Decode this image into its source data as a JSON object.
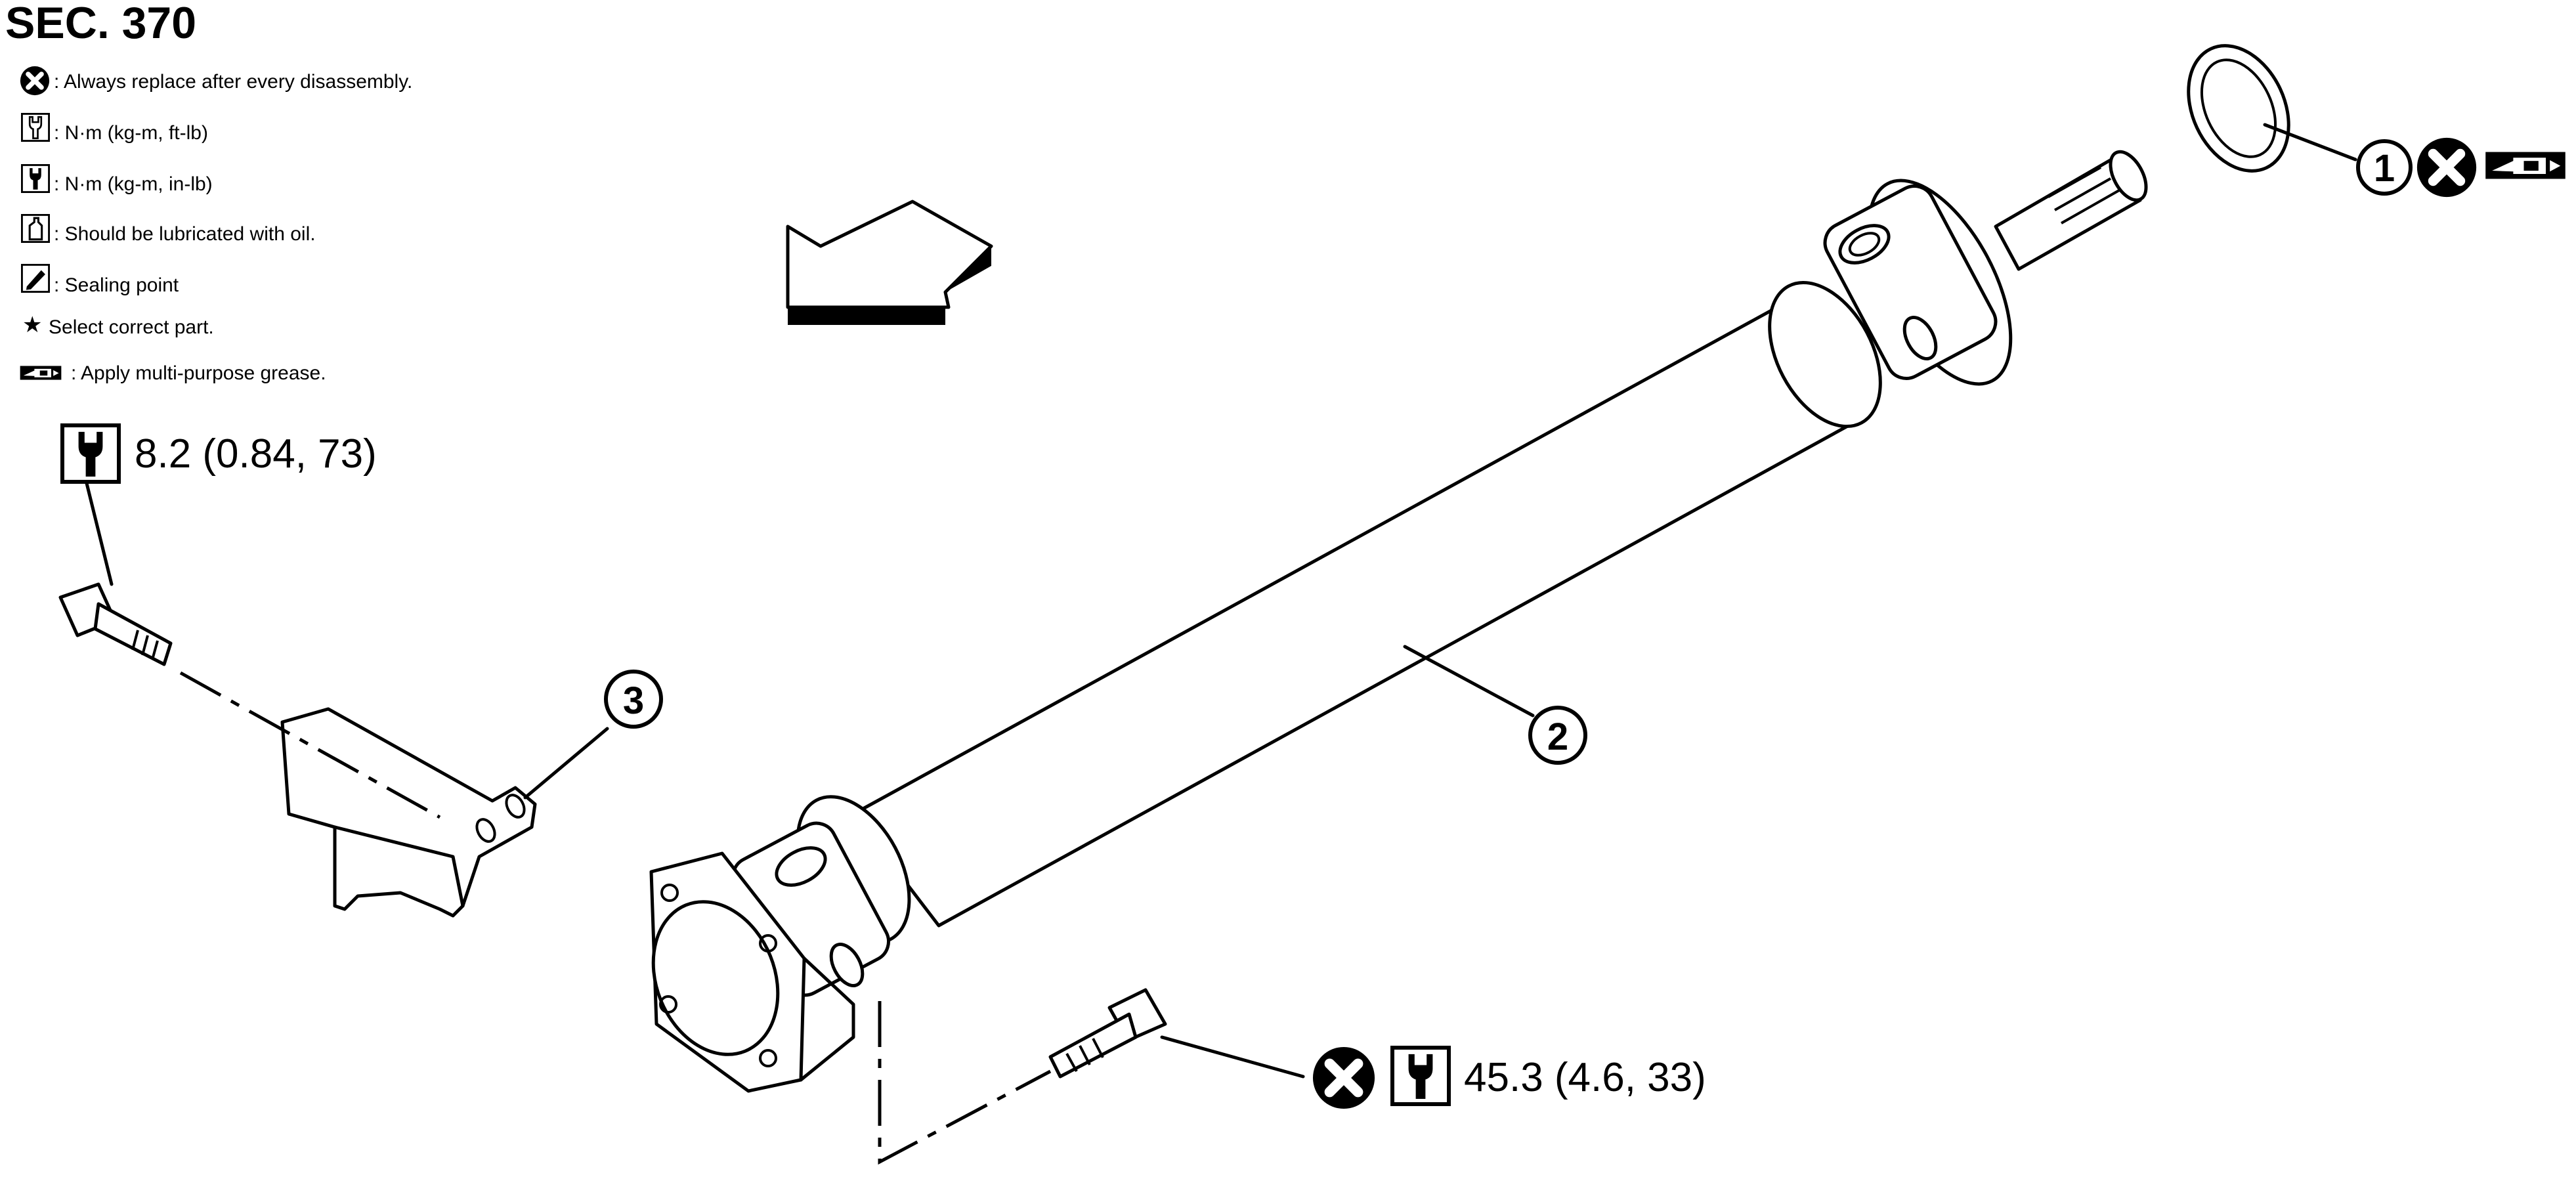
{
  "section_title": "SEC. 370",
  "legend": [
    {
      "icon": "replace-x-icon",
      "text": ": Always replace after every disassembly."
    },
    {
      "icon": "torque-ft-lb-icon",
      "text": ": N·m (kg-m, ft-lb)"
    },
    {
      "icon": "torque-in-lb-icon",
      "text": ": N·m (kg-m, in-lb)"
    },
    {
      "icon": "oil-can-icon",
      "text": ": Should be lubricated with oil."
    },
    {
      "icon": "sealing-icon",
      "text": ": Sealing point"
    },
    {
      "icon": "star-icon",
      "star": "★",
      "text": "Select correct part."
    },
    {
      "icon": "grease-icon",
      "text": ": Apply multi-purpose grease."
    }
  ],
  "torque_specs": {
    "bracket_bolt": "8.2 (0.84, 73)",
    "flange_bolt": "45.3 (4.6, 33)"
  },
  "callouts": [
    "1",
    "2",
    "3"
  ],
  "parts": [
    {
      "number": "1",
      "name": "seal-ring",
      "marks": [
        "replace-x-icon",
        "grease-icon"
      ]
    },
    {
      "number": "2",
      "name": "propeller-shaft"
    },
    {
      "number": "3",
      "name": "center-bracket"
    }
  ],
  "colors": {
    "ink": "#000000",
    "paper": "#ffffff"
  }
}
